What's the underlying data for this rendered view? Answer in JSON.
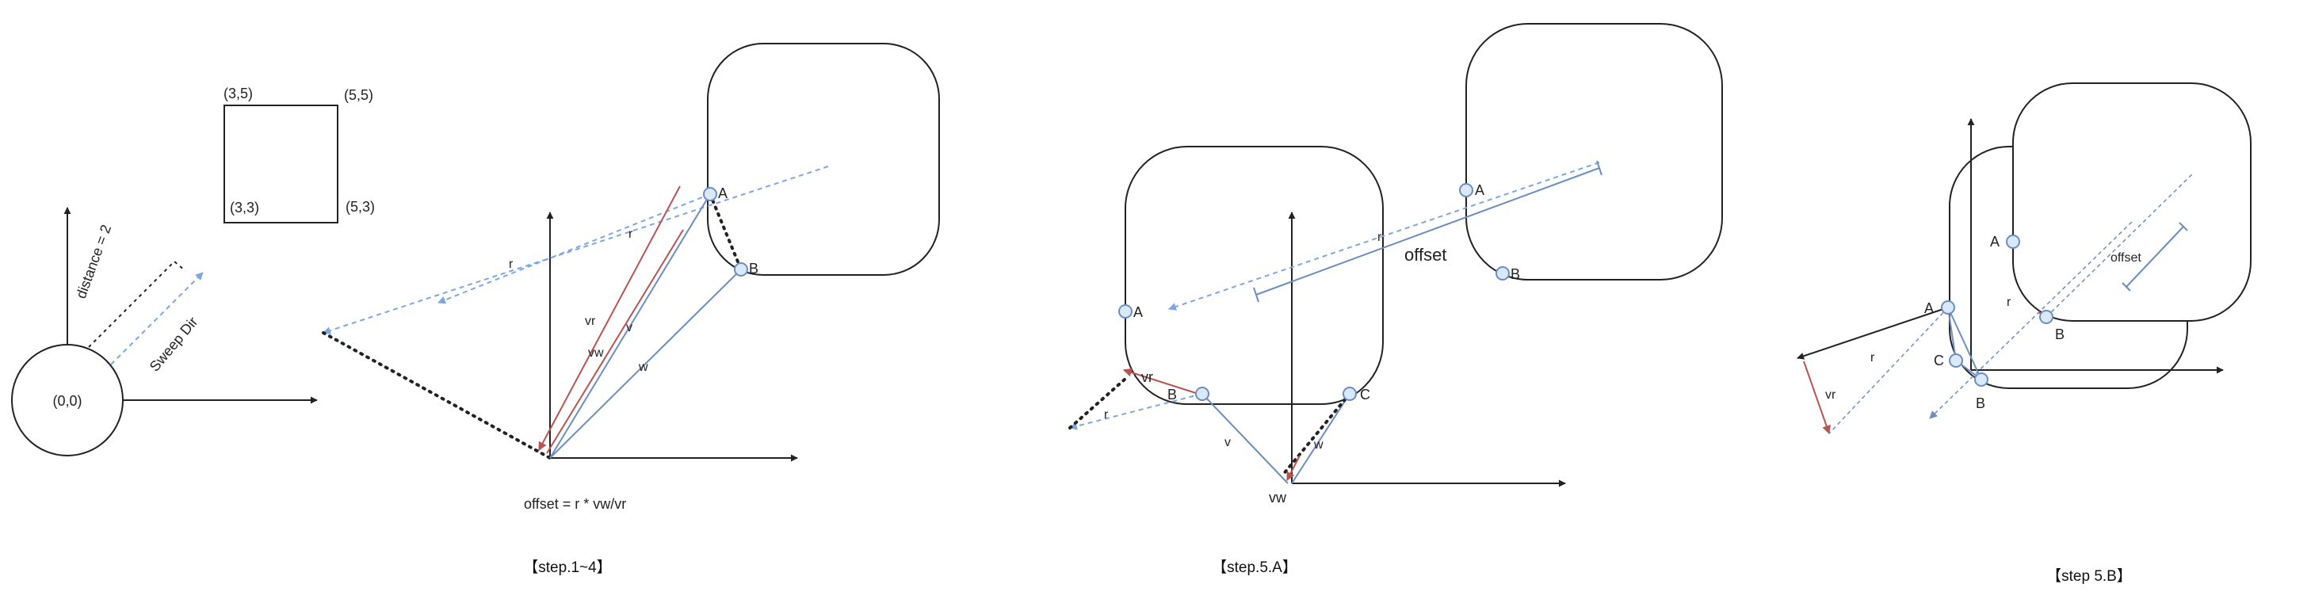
{
  "colors": {
    "ink": "#222222",
    "blue": "#6c8ebf",
    "light_blue": "#7ea6e0",
    "red": "#b85450",
    "point_fill": "#dae8fc"
  },
  "fig1": {
    "origin_label": "(0,0)",
    "distance_label": "distance = 2",
    "sweep_label": "Sweep Dir",
    "corner_tl": "(3,5)",
    "corner_tr": "(5,5)",
    "corner_bl": "(3,3)",
    "corner_br": "(5,3)"
  },
  "fig2": {
    "A": "A",
    "B": "B",
    "r_top": "r",
    "r_left": "r",
    "vr": "vr",
    "vw": "vw",
    "v": "v",
    "w": "w",
    "formula": "offset = r * vw/vr",
    "caption": "【step.1~4】"
  },
  "fig3": {
    "A_right": "A",
    "B_right": "B",
    "A_left": "A",
    "B_left": "B",
    "C": "C",
    "r_top": "r",
    "r_left": "r",
    "vr": "vr",
    "v": "v",
    "w": "w",
    "vw": "vw",
    "offset": "offset",
    "caption": "【step.5.A】"
  },
  "fig4": {
    "A_inner": "A",
    "A_outer": "A",
    "B_inner": "B",
    "B_outer": "B",
    "C": "C",
    "r_mid": "r",
    "r_left": "r",
    "vr": "vr",
    "offset": "offset",
    "caption": "【step 5.B】"
  }
}
